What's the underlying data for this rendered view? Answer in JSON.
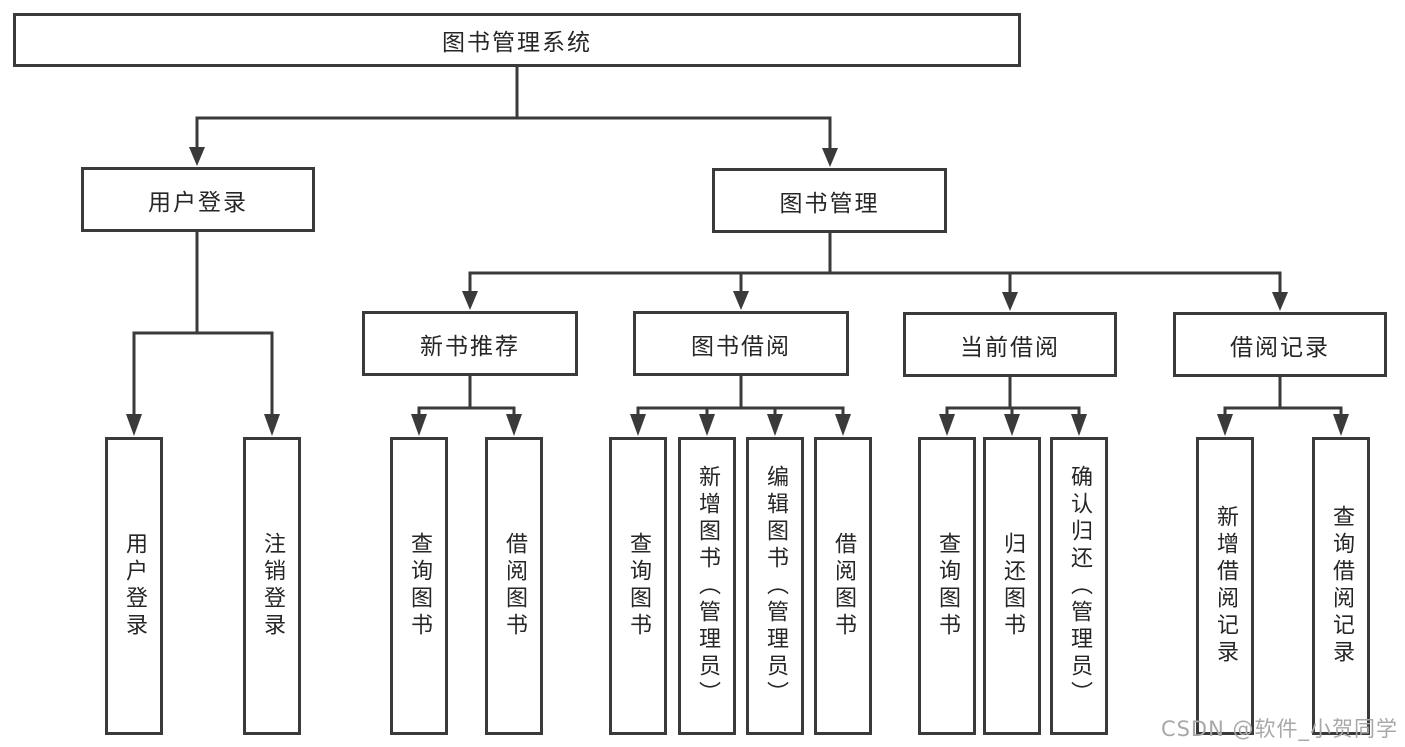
{
  "tree": {
    "label": "图书管理系统",
    "children": [
      {
        "label": "用户登录",
        "children": [
          {
            "label": "用户登录"
          },
          {
            "label": "注销登录"
          }
        ]
      },
      {
        "label": "图书管理",
        "children": [
          {
            "label": "新书推荐",
            "children": [
              {
                "label": "查询图书"
              },
              {
                "label": "借阅图书"
              }
            ]
          },
          {
            "label": "图书借阅",
            "children": [
              {
                "label": "查询图书"
              },
              {
                "label": "新增图书（管理员）"
              },
              {
                "label": "编辑图书（管理员）"
              },
              {
                "label": "借阅图书"
              }
            ]
          },
          {
            "label": "当前借阅",
            "children": [
              {
                "label": "查询图书"
              },
              {
                "label": "归还图书"
              },
              {
                "label": "确认归还（管理员）"
              }
            ]
          },
          {
            "label": "借阅记录",
            "children": [
              {
                "label": "新增借阅记录"
              },
              {
                "label": "查询借阅记录"
              }
            ]
          }
        ]
      }
    ]
  },
  "watermark": "CSDN @软件_小贺同学",
  "colors": {
    "line": "#3a3a3a",
    "text": "#262626",
    "watermark": "#a8a8a8",
    "background": "#ffffff"
  }
}
